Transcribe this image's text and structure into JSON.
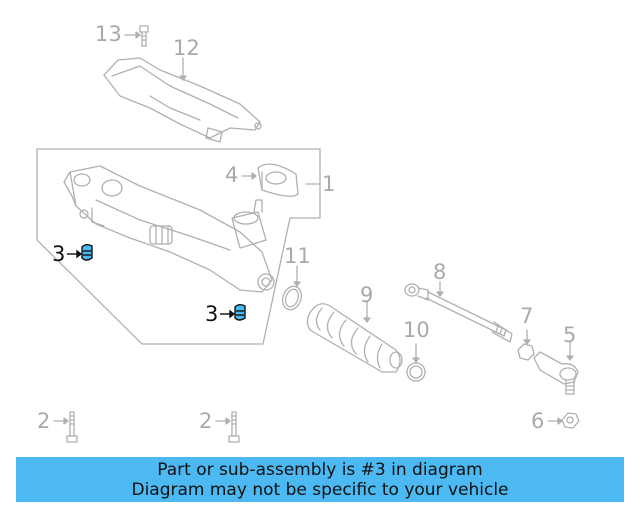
{
  "callouts": {
    "c13": "13",
    "c12": "12",
    "c4": "4",
    "c1": "1",
    "c3a": "3",
    "c3b": "3",
    "c11": "11",
    "c9": "9",
    "c8": "8",
    "c7": "7",
    "c5": "5",
    "c10": "10",
    "c2a": "2",
    "c2b": "2",
    "c6": "6"
  },
  "highlight_callout": "3",
  "banner": {
    "line1": "Part or sub-assembly is #3 in diagram",
    "line2": "Diagram may not be specific to your vehicle"
  },
  "colors": {
    "line_art": "#b0b0b0",
    "highlight_part": "#4cb9f3",
    "banner_bg": "#4cb9f3",
    "active_label": "#111111"
  }
}
